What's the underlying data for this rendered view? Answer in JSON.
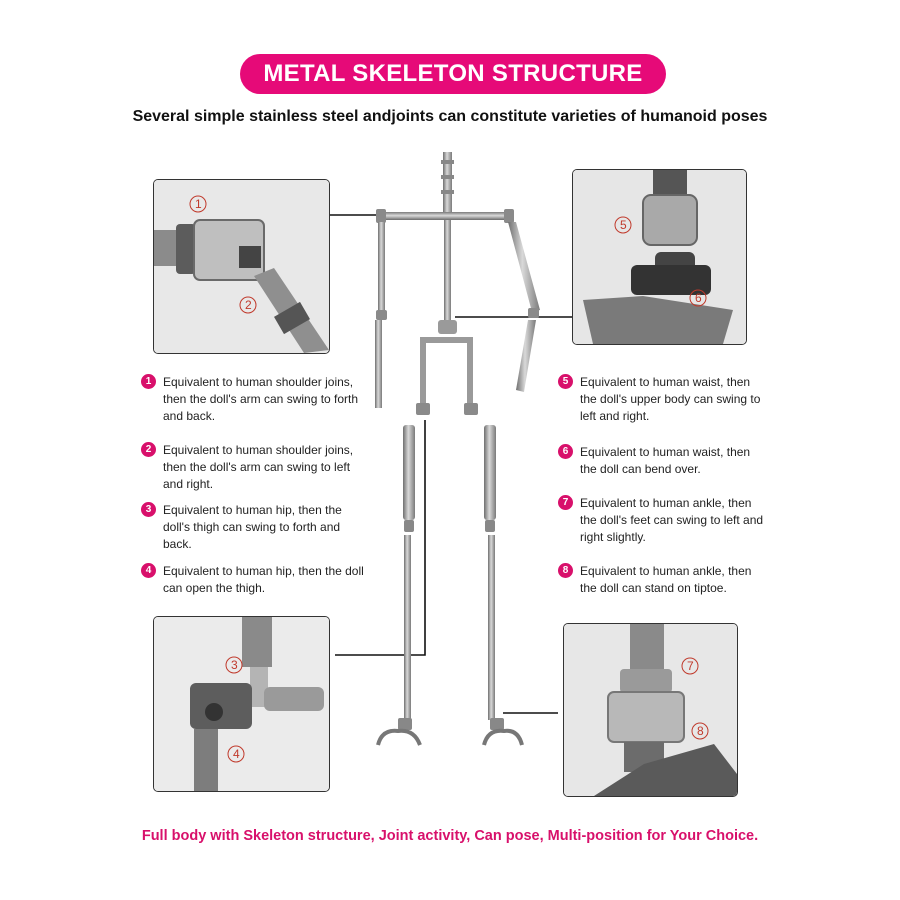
{
  "title": "METAL SKELETON STRUCTURE",
  "subtitle": "Several simple stainless steel andjoints can constitute varieties of humanoid poses",
  "panel_markers": {
    "top_left": [
      "①",
      "②"
    ],
    "top_right": [
      "⑤",
      "⑥"
    ],
    "bottom_left": [
      "③",
      "④"
    ],
    "bottom_right": [
      "⑦",
      "⑧"
    ]
  },
  "callouts_left": [
    {
      "num": "1",
      "text": "Equivalent to human shoulder joins, then the doll's arm can swing to forth and back."
    },
    {
      "num": "2",
      "text": "Equivalent to human shoulder joins, then the doll's arm can swing to left and right."
    },
    {
      "num": "3",
      "text": "Equivalent to human hip, then the doll's thigh can swing to forth and back."
    },
    {
      "num": "4",
      "text": "Equivalent to human hip, then the doll can open the thigh."
    }
  ],
  "callouts_right": [
    {
      "num": "5",
      "text": "Equivalent to human waist, then the doll's upper body can swing to left and right."
    },
    {
      "num": "6",
      "text": "Equivalent to human waist, then the doll can bend over."
    },
    {
      "num": "7",
      "text": "Equivalent to human ankle, then the doll's feet can swing to left and right slightly."
    },
    {
      "num": "8",
      "text": "Equivalent to human ankle, then the doll can stand on tiptoe."
    }
  ],
  "footer": "Full body with Skeleton structure, Joint activity, Can pose, Multi-position for Your Choice.",
  "colors": {
    "accent": "#e60a78",
    "steel": "#9a9a9a",
    "panel_bg": "#e9e9e9"
  }
}
